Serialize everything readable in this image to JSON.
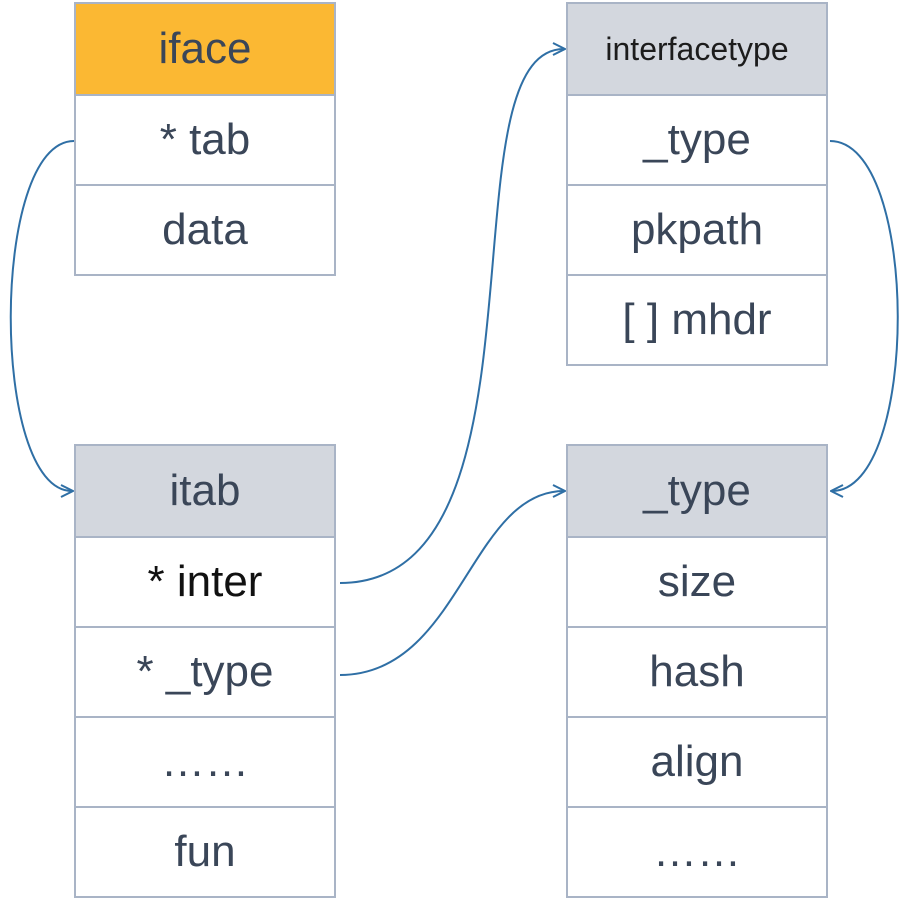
{
  "colors": {
    "accent_header": "#fbb833",
    "gray_header": "#d3d7de",
    "border": "#a9b4c6",
    "arrow": "#2f6fa5",
    "text": "#3a4658"
  },
  "tables": {
    "iface": {
      "header": "iface",
      "rows": [
        "* tab",
        "data"
      ]
    },
    "itab": {
      "header": "itab",
      "rows": [
        "* inter",
        "* _type",
        "……",
        "fun"
      ]
    },
    "interfacetype": {
      "header": "interfacetype",
      "rows": [
        "_type",
        "pkpath",
        "[ ] mhdr"
      ]
    },
    "type": {
      "header": "_type",
      "rows": [
        "size",
        "hash",
        "align",
        "……"
      ]
    }
  },
  "arrows": [
    {
      "from": "iface.* tab",
      "to": "itab"
    },
    {
      "from": "itab.* inter",
      "to": "interfacetype"
    },
    {
      "from": "itab.* _type",
      "to": "_type"
    },
    {
      "from": "interfacetype._type",
      "to": "_type"
    }
  ]
}
